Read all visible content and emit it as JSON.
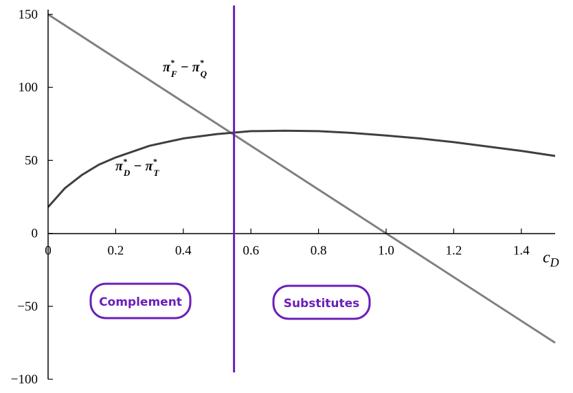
{
  "chart_data": {
    "type": "line",
    "xlabel": "c",
    "xlabel_sub": "D",
    "xlim": [
      0,
      1.5
    ],
    "ylim": [
      -100,
      150
    ],
    "x_ticks": [
      "0",
      "0.2",
      "0.4",
      "0.6",
      "0.8",
      "1.0",
      "1.2",
      "1.4"
    ],
    "y_ticks": [
      "150",
      "100",
      "50",
      "0",
      "−50",
      "−100"
    ],
    "grid": false,
    "threshold_x": 0.55,
    "threshold_color": "#6a1fb8",
    "series": [
      {
        "label": {
          "main1": "π",
          "sub1": "F",
          "main2": "π",
          "sub2": "Q"
        },
        "color": "#808080",
        "x": [
          0,
          0.5,
          1.0,
          1.5
        ],
        "y": [
          150,
          75,
          0,
          -75
        ]
      },
      {
        "label": {
          "main1": "π",
          "sub1": "D",
          "main2": "π",
          "sub2": "T"
        },
        "color": "#3f3f3f",
        "x": [
          0,
          0.05,
          0.1,
          0.15,
          0.2,
          0.25,
          0.3,
          0.4,
          0.5,
          0.55,
          0.6,
          0.7,
          0.8,
          0.9,
          1.0,
          1.1,
          1.2,
          1.3,
          1.4,
          1.5
        ],
        "y": [
          18,
          31,
          40,
          47,
          52,
          56,
          60,
          65,
          68,
          69,
          70,
          70.3,
          70,
          68.8,
          67,
          65,
          62.5,
          59.5,
          56.5,
          53
        ]
      }
    ],
    "regions": [
      {
        "label": "Complement"
      },
      {
        "label": "Substitutes"
      }
    ]
  }
}
